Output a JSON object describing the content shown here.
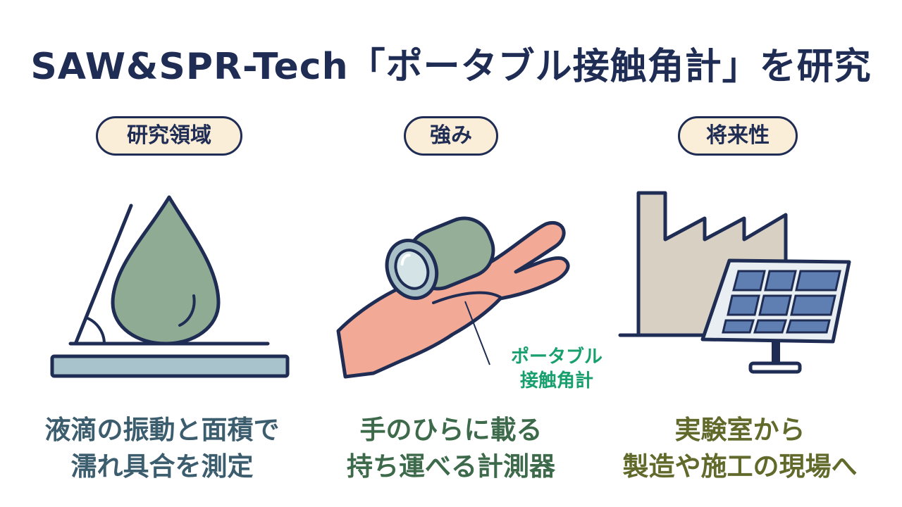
{
  "title": "SAW&SPR-Tech「ポータブル接触角計」を研究",
  "sections": [
    {
      "label": "研究領域",
      "caption_lines": [
        "液滴の振動と面積で",
        "濡れ具合を測定"
      ]
    },
    {
      "label": "強み",
      "caption_lines": [
        "手のひらに載る",
        "持ち運べる計測器"
      ]
    },
    {
      "label": "将来性",
      "caption_lines": [
        "実験室から",
        "製造や施工の現場へ"
      ]
    }
  ],
  "callout_lines": [
    "ポータブル",
    "接触角計"
  ],
  "icons": [
    "droplet-contact-angle-icon",
    "hand-holding-device-icon",
    "factory-solar-panel-icon"
  ],
  "colors": {
    "title": "#1f2d55",
    "pill_fill": "#fbeed8",
    "caption_1": "#3c5d6e",
    "caption_2": "#3d6a4a",
    "caption_3": "#626a2b",
    "callout": "#17a06d"
  }
}
